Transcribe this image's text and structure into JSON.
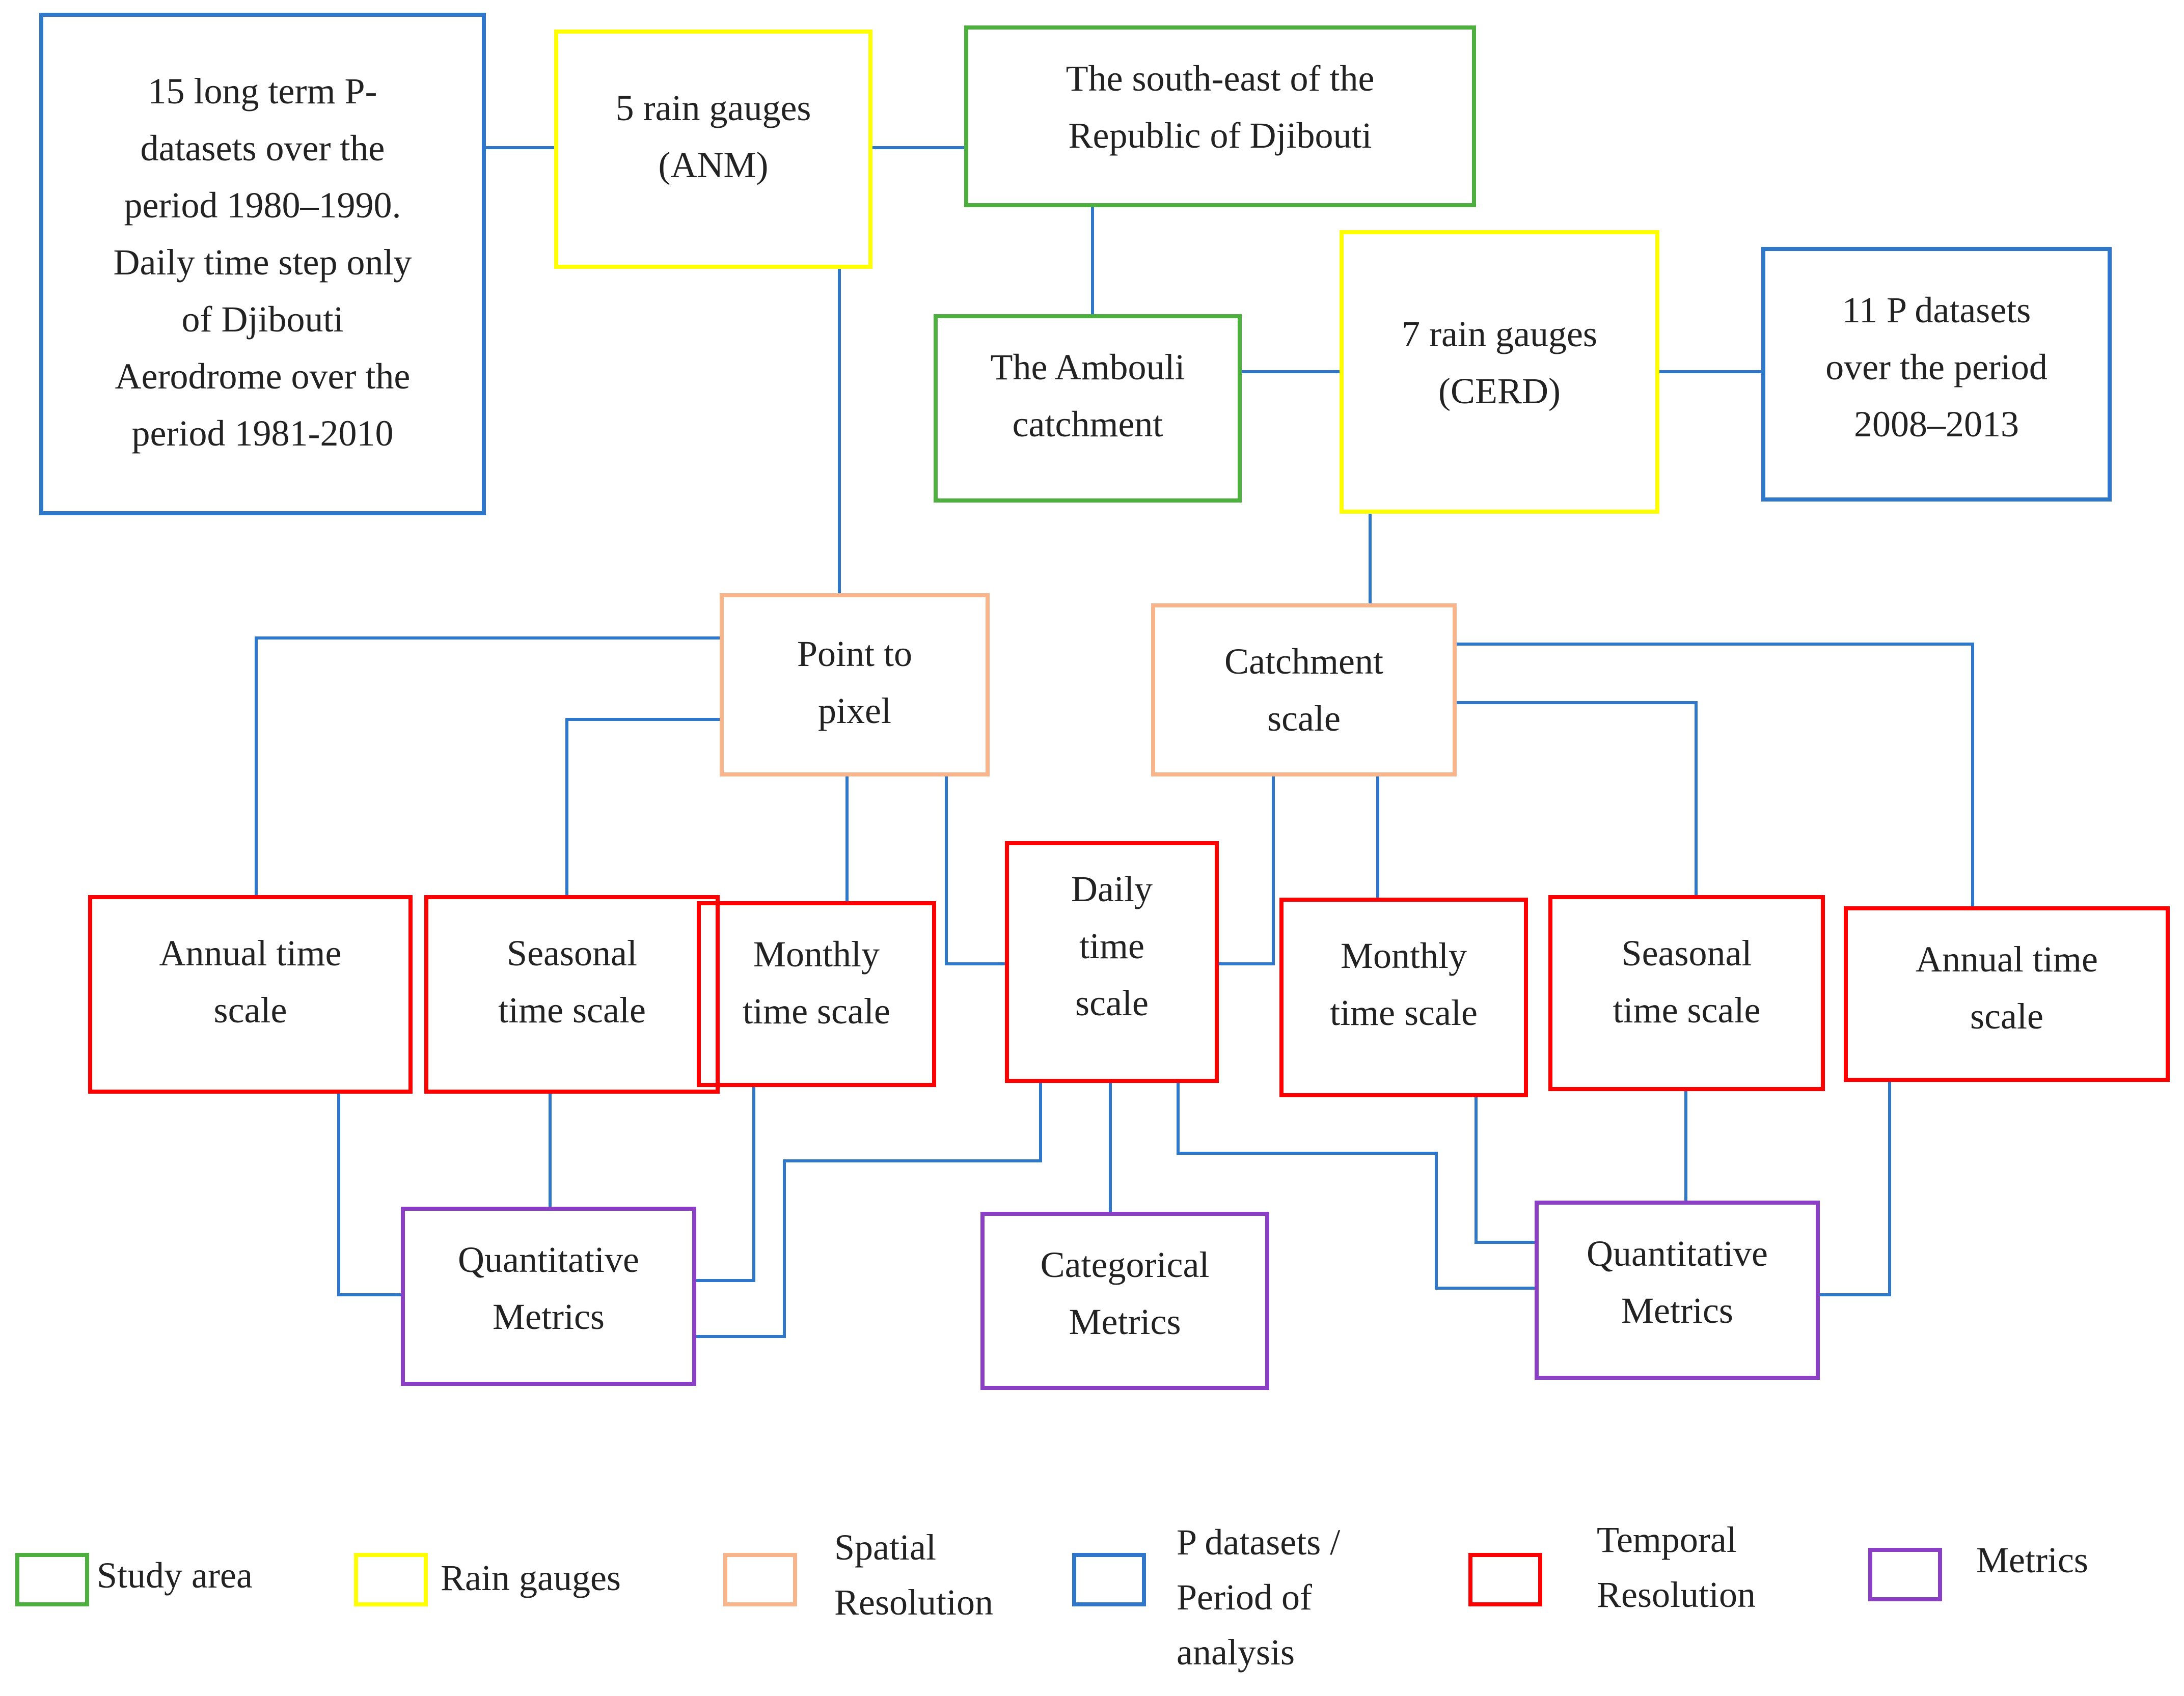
{
  "colors": {
    "study_area": "#4caf3e",
    "rain_gauges": "#ffff00",
    "spatial": "#f8b58c",
    "datasets": "#2f77c9",
    "temporal": "#ff0000",
    "metrics": "#8b3fc4",
    "arrow": "#2f77c9"
  },
  "nodes": {
    "anm_datasets": "15 long term P-\ndatasets over the\nperiod 1980–1990.\nDaily time step only\nof Djibouti\nAerodrome over the\nperiod 1981-2010",
    "anm_gauges": "5 rain gauges\n(ANM)",
    "study_area": "The south-east of the\nRepublic of Djibouti",
    "ambouli": "The Ambouli\ncatchment",
    "cerd_gauges": "7 rain gauges\n(CERD)",
    "cerd_datasets": "11 P datasets\nover the period\n2008–2013",
    "point_to_pixel": "Point to\npixel",
    "catchment_scale": "Catchment\nscale",
    "annual_left": "Annual  time\nscale",
    "seasonal_left": "Seasonal\ntime scale",
    "monthly_left": "Monthly\ntime scale",
    "daily": "Daily\ntime\nscale",
    "monthly_right": "Monthly\ntime scale",
    "seasonal_right": "Seasonal\ntime scale",
    "annual_right": "Annual time\nscale",
    "quant_left": "Quantitative\nMetrics",
    "categorical": "Categorical\nMetrics",
    "quant_right": "Quantitative\nMetrics"
  },
  "legend": {
    "study_area": "Study area",
    "rain_gauges": "Rain gauges",
    "spatial": "Spatial\nResolution",
    "datasets": "P datasets /\nPeriod of\nanalysis",
    "temporal": "Temporal\nResolution",
    "metrics": "Metrics"
  }
}
